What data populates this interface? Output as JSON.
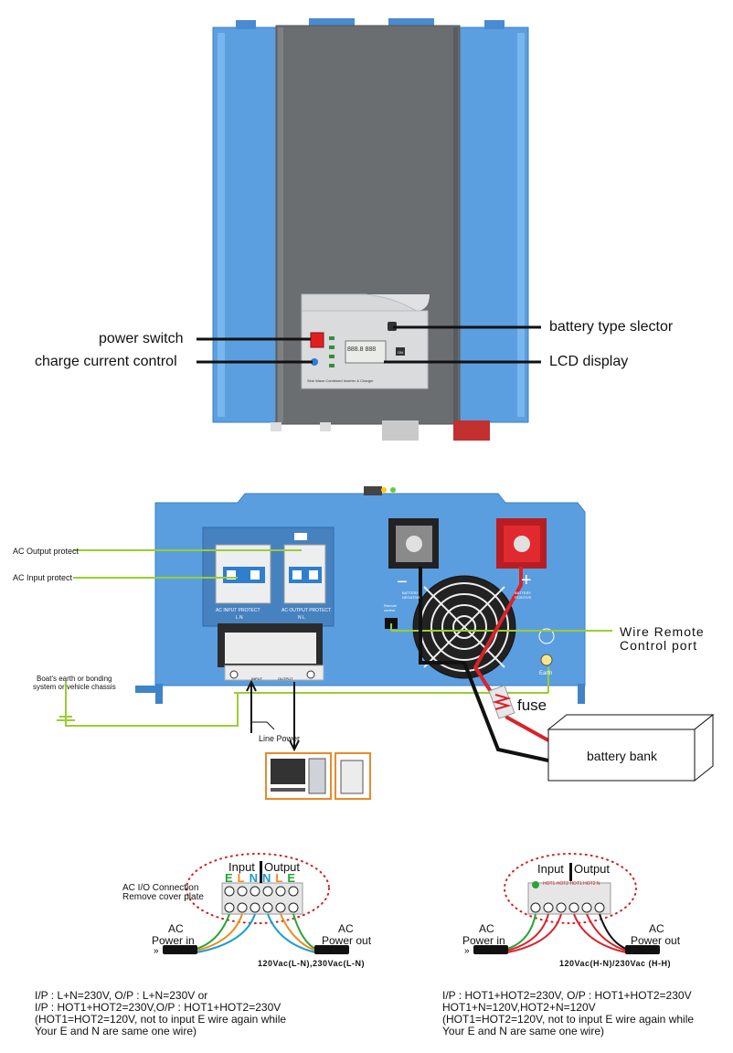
{
  "top_callouts": {
    "power_switch": "power switch",
    "charge_current_control": "charge current control",
    "battery_type_selector": "battery type slector",
    "lcd_display": "LCD display"
  },
  "panel": {
    "caption": "Sine Wave Combined Inverter & Charger",
    "lcd_text": "888.8  888",
    "btn_text": "ON"
  },
  "back_labels": {
    "ac_output_protect": "AC Output protect",
    "ac_input_protect": "AC Input protect",
    "breaker_in_label": "AC INPUT PROTECT",
    "breaker_out_label": "AC OUTPUT PROTECT",
    "breaker_in_ln": "L     N",
    "breaker_out_ln": "N     L",
    "battery_negative": "BATTERY NEGATIVE",
    "battery_positive": "BATTERY POSITIVE",
    "remote_control": "Remote control",
    "wire_remote_1": "Wire Remote",
    "wire_remote_2": "Control port",
    "earth": "Earth",
    "input": "INPUT",
    "output": "OUTPUT",
    "boat_earth_1": "Boat's earth or bonding",
    "boat_earth_2": "system or vehicle chassis",
    "fuse": "fuse",
    "battery_bank": "battery bank",
    "line_power": "Line Power",
    "minus": "−",
    "plus": "+"
  },
  "wiring_left": {
    "input": "Input",
    "output": "Output",
    "letters": [
      "E",
      "L",
      "N",
      "N",
      "L",
      "E"
    ],
    "letter_colors": [
      "#2aa33a",
      "#f08a1a",
      "#1a9ad6",
      "#1a9ad6",
      "#f08a1a",
      "#2aa33a"
    ],
    "connection_1": "AC  I/O Connection",
    "connection_2": "Remove cover plate",
    "ac_in_1": "AC",
    "ac_in_2": "Power in",
    "ac_out_1": "AC",
    "ac_out_2": "Power out",
    "voltage": "120Vac(L-N),230Vac(L-N)",
    "note": [
      "I/P : L+N=230V,  O/P : L+N=230V  or",
      "I/P : HOT1+HOT2=230V,O/P : HOT1+HOT2=230V",
      "(HOT1=HOT2=120V, not to input E wire again while",
      "Your E and N are same one wire)"
    ]
  },
  "wiring_right": {
    "input": "Input",
    "output": "Output",
    "terminals": "HOT1 HOT2 HOT1 HOT2   N",
    "ac_in_1": "AC",
    "ac_in_2": "Power in",
    "ac_out_1": "AC",
    "ac_out_2": "Power out",
    "voltage": "120Vac(H-N)/230Vac (H-H)",
    "note": [
      "I/P : HOT1+HOT2=230V,  O/P : HOT1+HOT2=230V",
      "HOT1+N=120V,HOT2+N=120V",
      "(HOT1=HOT2=120V,  not to input E wire again while",
      "Your E and N are same one wire)"
    ]
  },
  "colors": {
    "blue_body": "#5a9ee0",
    "grey_cover": "#6a6e70",
    "callout_green": "#9acd32",
    "red_terminal": "#d8232a",
    "dotted_red": "#d21d1d"
  }
}
